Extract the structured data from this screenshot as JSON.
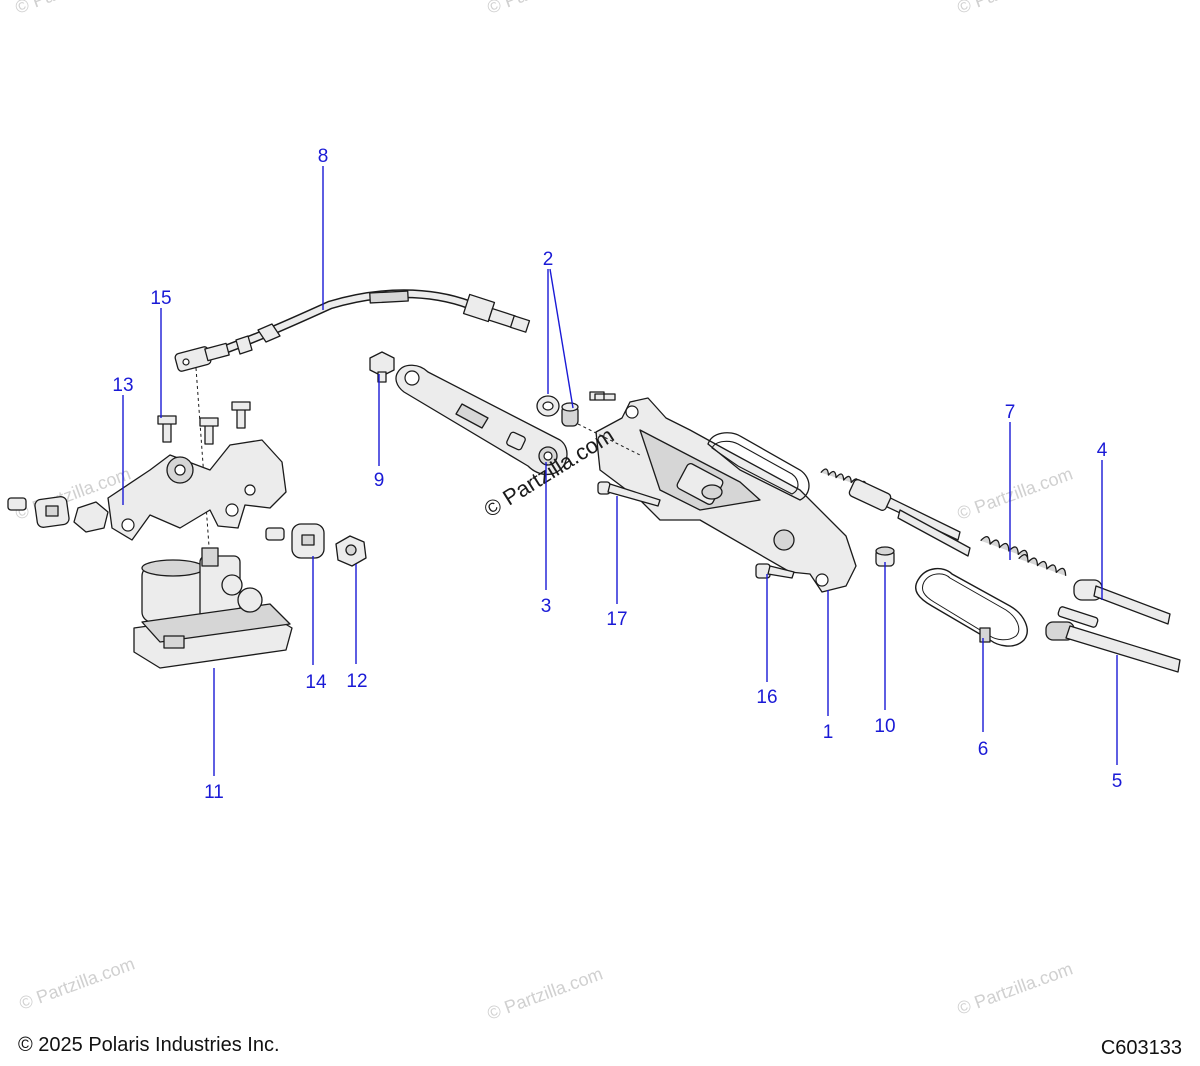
{
  "footer": {
    "copyright": "© 2025 Polaris Industries Inc.",
    "drawing_number": "C603133"
  },
  "watermark": {
    "text": "© Partzilla.com",
    "center_text": "© Partzilla.com"
  },
  "callouts": {
    "c1": "1",
    "c2": "2",
    "c3": "3",
    "c4": "4",
    "c5": "5",
    "c6": "6",
    "c7": "7",
    "c8": "8",
    "c9": "9",
    "c10": "10",
    "c11": "11",
    "c12": "12",
    "c13": "13",
    "c14": "14",
    "c15": "15",
    "c16": "16",
    "c17": "17"
  },
  "colors": {
    "callout": "#1a1ad6",
    "line_art": "#1b1b1b",
    "part_fill": "#ececec"
  }
}
